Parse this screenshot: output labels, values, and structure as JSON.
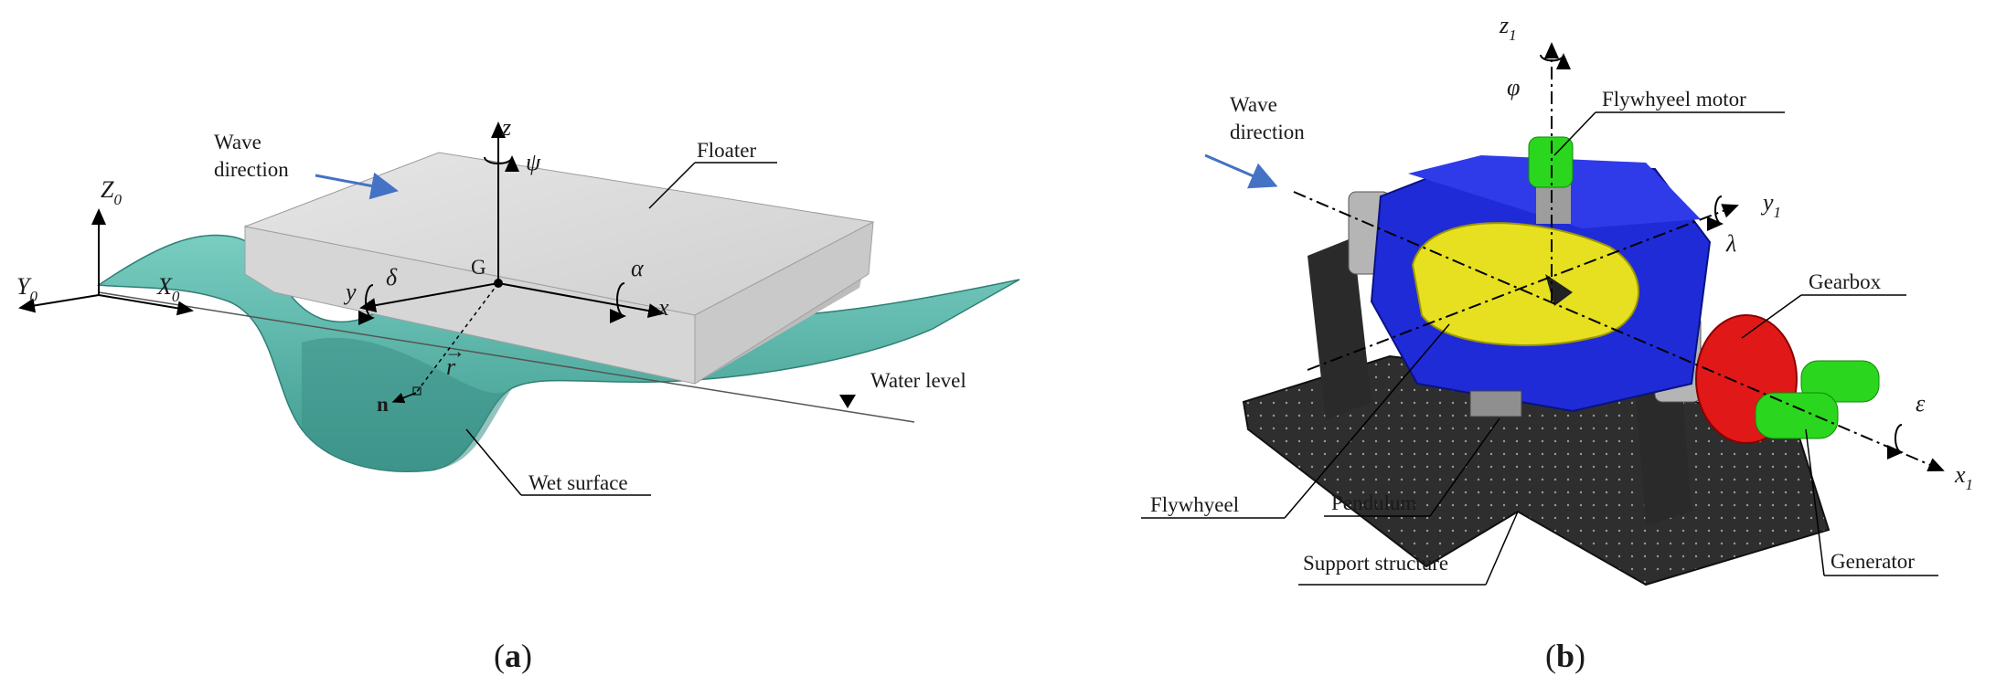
{
  "panel_a": {
    "caption": {
      "open": "(",
      "letter": "a",
      "close": ")"
    },
    "wave_direction": [
      "Wave",
      "direction"
    ],
    "floater": "Floater",
    "water_level": "Water level",
    "wet_surface": "Wet surface",
    "center": "G",
    "normal": "n",
    "r_vec": "r",
    "r_arrow": "→",
    "axis_z": "z",
    "axis_x": "x",
    "axis_y": "y",
    "psi": "ψ",
    "alpha": "α",
    "delta": "δ",
    "Z0": {
      "base": "Z",
      "sub": "0"
    },
    "Y0": {
      "base": "Y",
      "sub": "0"
    },
    "X0": {
      "base": "X",
      "sub": "0"
    },
    "colors": {
      "water": "#5fb8ad",
      "floater": "#d8d8d8",
      "arrow": "#4472c4"
    }
  },
  "panel_b": {
    "caption": {
      "open": "(",
      "letter": "b",
      "close": ")"
    },
    "wave_direction": [
      "Wave",
      "direction"
    ],
    "flywheel_motor": "Flywhyeel motor",
    "gearbox": "Gearbox",
    "flywheel": "Flywhyeel",
    "pendulum": "Pendulum",
    "support_structure": "Support structure",
    "generator": "Generator",
    "z1": {
      "base": "z",
      "sub": "1"
    },
    "y1": {
      "base": "y",
      "sub": "1"
    },
    "x1": {
      "base": "x",
      "sub": "1"
    },
    "phi": "φ",
    "lambda": "λ",
    "epsilon": "ε",
    "colors": {
      "frame": "#1f2bd6",
      "flywheel": "#e6e020",
      "motor": "#2bd61e",
      "gearbox": "#e01818",
      "base": "#2b2b2b",
      "arrow": "#4472c4"
    }
  }
}
